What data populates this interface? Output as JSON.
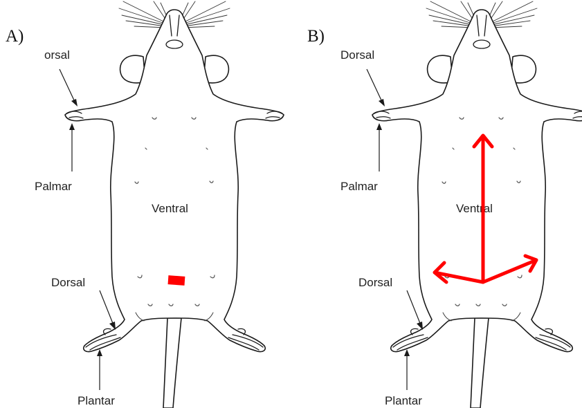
{
  "panels": [
    {
      "letter": "A)",
      "labels": {
        "dorsal_forelimb": "orsal",
        "palmar": "Palmar",
        "ventral": "Ventral",
        "dorsal_hindlimb": "Dorsal",
        "plantar": "Plantar"
      },
      "marker": "red-rectangle"
    },
    {
      "letter": "B)",
      "labels": {
        "dorsal_forelimb": "Dorsal",
        "palmar": "Palmar",
        "ventral": "Ventral",
        "dorsal_hindlimb": "Dorsal",
        "plantar": "Plantar"
      },
      "marker": "red-three-way-arrows"
    }
  ],
  "colors": {
    "marker": "#ff0000",
    "outline": "#1a1a1a",
    "background": "#ffffff"
  }
}
